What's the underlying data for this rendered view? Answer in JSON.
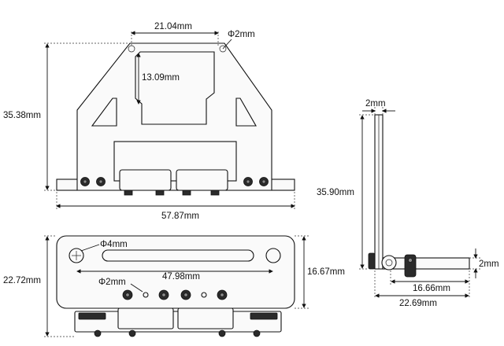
{
  "labels": {
    "front_top_width": "21.04mm",
    "front_hole": "Φ2mm",
    "front_window_h": "13.09mm",
    "front_height": "35.38mm",
    "front_width": "57.87mm",
    "side_top": "2mm",
    "side_height": "35.90mm",
    "side_right": "2mm",
    "side_inner": "16.66mm",
    "side_total": "22.69mm",
    "bottom_hole": "Φ4mm",
    "bottom_slot": "47.98mm",
    "bottom_small_hole": "Φ2mm",
    "bottom_inner_h": "16.67mm",
    "bottom_total_h": "22.72mm"
  },
  "colors": {
    "line": "#111111",
    "part_fill": "#fafafa",
    "dark": "#2b2b2b"
  }
}
